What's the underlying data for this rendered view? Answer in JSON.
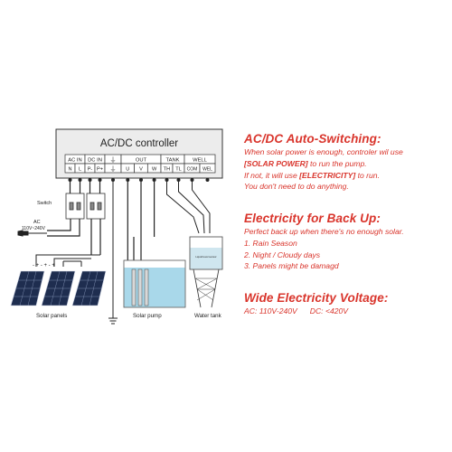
{
  "diagram": {
    "controller_title": "AC/DC controller",
    "group_labels": {
      "ac_in": "AC IN",
      "dc_in": "DC IN",
      "ground": "⏚",
      "out": "OUT",
      "tank": "TANK",
      "well": "WELL"
    },
    "terminals": {
      "ac": [
        "N",
        "L"
      ],
      "dc": [
        "P-",
        "P+"
      ],
      "ground": "⏚",
      "out": [
        "U",
        "V",
        "W"
      ],
      "tank": [
        "TH",
        "TL"
      ],
      "well": [
        "COM",
        "WEL"
      ]
    },
    "switch_label": "Switch",
    "ac_source_label": "AC",
    "ac_source_voltage": "110V~240V",
    "solar_panels_label": "Solar panels",
    "solar_pump_label": "Solar pump",
    "water_tank_label": "Water tank",
    "tank_sensor_text": "Liquid level sensor",
    "ground_label": "⏚"
  },
  "features": {
    "auto_switch": {
      "heading": "AC/DC Auto-Switching:",
      "line1": "When solar power is enough, controler wil use",
      "line2_strong": "[SOLAR POWER]",
      "line2_rest": " to run the pump.",
      "line3_pre": "If not, it will use ",
      "line3_strong": "[ELECTRICITY]",
      "line3_rest": " to run.",
      "line4": "You don't need to do anything."
    },
    "backup": {
      "heading": "Electricity for Back Up:",
      "intro": "Perfect back up when there's no enough solar.",
      "items": [
        "1. Rain Season",
        "2. Night / Cloudy days",
        "3. Panels might be damagd"
      ]
    },
    "voltage": {
      "heading": "Wide Electricity Voltage:",
      "ac": "AC: 110V-240V",
      "dc": "DC: <420V"
    }
  }
}
